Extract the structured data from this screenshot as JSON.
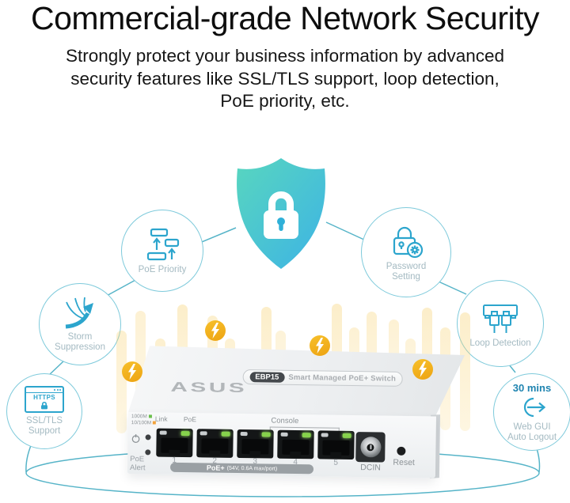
{
  "title": "Commercial-grade Network Security",
  "subtitle": {
    "line1": "Strongly protect your business information by advanced",
    "line2": "security features like SSL/TLS support, loop detection,",
    "line3": "PoE priority, etc."
  },
  "features": {
    "poe_priority": {
      "label": "PoE Priority"
    },
    "password_setting": {
      "label1": "Password",
      "label2": "Setting"
    },
    "storm_suppression": {
      "label1": "Storm",
      "label2": "Suppression"
    },
    "loop_detection": {
      "label": "Loop Detection"
    },
    "ssl_tls": {
      "icon_text": "HTTPS",
      "label1": "SSL/TLS",
      "label2": "Support"
    },
    "web_gui": {
      "duration": "30 mins",
      "label1": "Web GUI",
      "label2": "Auto Logout"
    }
  },
  "switch": {
    "brand": "ASUS",
    "badge_model": "EBP15",
    "badge_text": "Smart Managed PoE+ Switch",
    "legend": {
      "row1": "1000M",
      "row2": "10/100M"
    },
    "led_headers": {
      "link": "Link",
      "poe": "PoE"
    },
    "console_label": "Console",
    "ports": [
      "1",
      "2",
      "3",
      "4",
      "5"
    ],
    "poe_strip": {
      "bold": "PoE+",
      "rest": "(54V, 0.6A max/port)"
    },
    "dcin_label": "DCIN",
    "reset_label": "Reset",
    "alert_label1": "PoE",
    "alert_label2": "Alert"
  },
  "colors": {
    "icon_teal": "#2ca5cd",
    "circle_stroke": "#7ecadb",
    "label_gray": "#a4bac2",
    "shield_gradient_from": "#58d6bf",
    "shield_gradient_to": "#3db3e5",
    "bolt_yellow": "#f3b01c",
    "streak_yellow": "#f7cd63",
    "led_green_1000m": "#6abf4b",
    "led_orange_10_100m": "#f2a33c",
    "poe_led_green": "#86d24c",
    "duration_blue": "#1f84b0"
  }
}
